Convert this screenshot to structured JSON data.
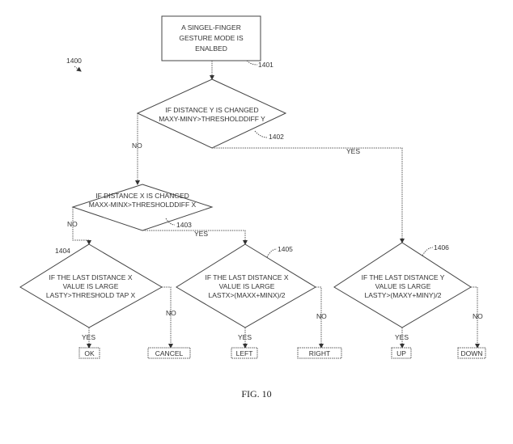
{
  "diagram_ref": "1400",
  "start": {
    "ref": "1401",
    "lines": [
      "A SINGEL-FINGER",
      "GESTURE MODE IS",
      "ENALBED"
    ]
  },
  "decision_1402": {
    "ref": "1402",
    "lines": [
      "IF DISTANCE Y IS CHANGED",
      "MAXY-MINY>THRESHOLDDIFF Y"
    ],
    "yes": "YES",
    "no": "NO"
  },
  "decision_1403": {
    "ref": "1403",
    "lines": [
      "IF DISTANCE X IS CHANGED",
      "MAXX-MINX>THRESHOLDDIFF X"
    ],
    "yes": "YES",
    "no": "NO"
  },
  "decision_1404": {
    "ref": "1404",
    "lines": [
      "IF THE LAST DISTANCE X",
      "VALUE IS LARGE",
      "LASTY>THRESHOLD TAP X"
    ],
    "yes": "YES",
    "no": "NO",
    "yes_result": "OK",
    "no_result": "CANCEL"
  },
  "decision_1405": {
    "ref": "1405",
    "lines": [
      "IF THE LAST DISTANCE X",
      "VALUE IS LARGE",
      "LASTX>(MAXX+MINX)/2"
    ],
    "yes": "YES",
    "no": "NO",
    "yes_result": "LEFT",
    "no_result": "RIGHT"
  },
  "decision_1406": {
    "ref": "1406",
    "lines": [
      "IF THE LAST DISTANCE Y",
      "VALUE IS LARGE",
      "LASTY>(MAXY+MINY)/2"
    ],
    "yes": "YES",
    "no": "NO",
    "yes_result": "UP",
    "no_result": "DOWN"
  },
  "caption": "FIG. 10"
}
